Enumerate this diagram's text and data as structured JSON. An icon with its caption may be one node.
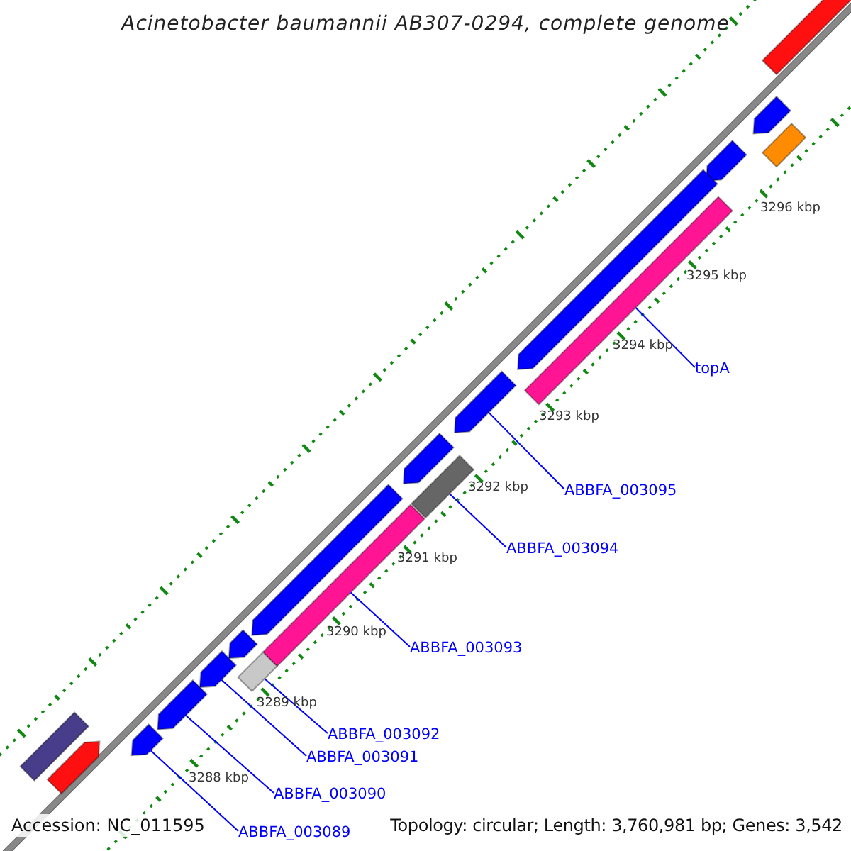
{
  "diagram": {
    "title": "Acinetobacter baumannii AB307-0294, complete genome",
    "nodes": [
      {
        "text": [],
        "shape": "pentagon"
      },
      {
        "text": [],
        "shape": "pentagon"
      },
      {
        "text": [],
        "shape": "bar"
      },
      {
        "text": [],
        "shape": "pentagon"
      },
      {
        "text": [],
        "shape": "pentagon"
      },
      {
        "text": [],
        "shape": "bar"
      },
      {
        "text": [],
        "shape": "pentagon"
      },
      {
        "text": [],
        "shape": "pentagon"
      },
      {
        "text": [],
        "shape": "bar"
      },
      {
        "text": [],
        "shape": "pentagon"
      },
      {
        "text": [],
        "shape": "bar"
      },
      {
        "text": [],
        "shape": "pentagon"
      },
      {
        "text": [],
        "shape": "bar"
      },
      {
        "text": [],
        "shape": "pentagon"
      },
      {
        "text": [],
        "shape": "pentagon"
      },
      {
        "text": [],
        "shape": "pentagon"
      },
      {
        "text": [],
        "shape": "bar"
      },
      {
        "text": [],
        "shape": "pentagon"
      },
      {
        "text": [
          "topA"
        ]
      },
      {
        "text": [
          "ABBFA_003095"
        ]
      },
      {
        "text": [
          "ABBFA_003094"
        ]
      },
      {
        "text": [
          "ABBFA_003093"
        ]
      },
      {
        "text": [
          "ABBFA_003092"
        ]
      },
      {
        "text": [
          "ABBFA_003091"
        ]
      },
      {
        "text": [
          "ABBFA_003090"
        ]
      },
      {
        "text": [
          "ABBFA_003089"
        ]
      }
    ],
    "edges": [
      {
        "from": 18,
        "to": 5,
        "arrow": "none"
      },
      {
        "from": 19,
        "to": 6,
        "arrow": "none"
      },
      {
        "from": 20,
        "to": 8,
        "arrow": "none"
      },
      {
        "from": 21,
        "to": 10,
        "arrow": "none"
      },
      {
        "from": 22,
        "to": 12,
        "arrow": "none"
      },
      {
        "from": 23,
        "to": 13,
        "arrow": "none"
      },
      {
        "from": 24,
        "to": 14,
        "arrow": "none"
      },
      {
        "from": 25,
        "to": 15,
        "arrow": "none"
      }
    ],
    "labels": [
      "3296 kbp",
      "3295 kbp",
      "3294 kbp",
      "3293 kbp",
      "3292 kbp",
      "3291 kbp",
      "3290 kbp",
      "3289 kbp",
      "3288 kbp",
      "Accession: NC_011595",
      "Topology: circular; Length: 3,760,981 bp; Genes: 3,542"
    ]
  }
}
